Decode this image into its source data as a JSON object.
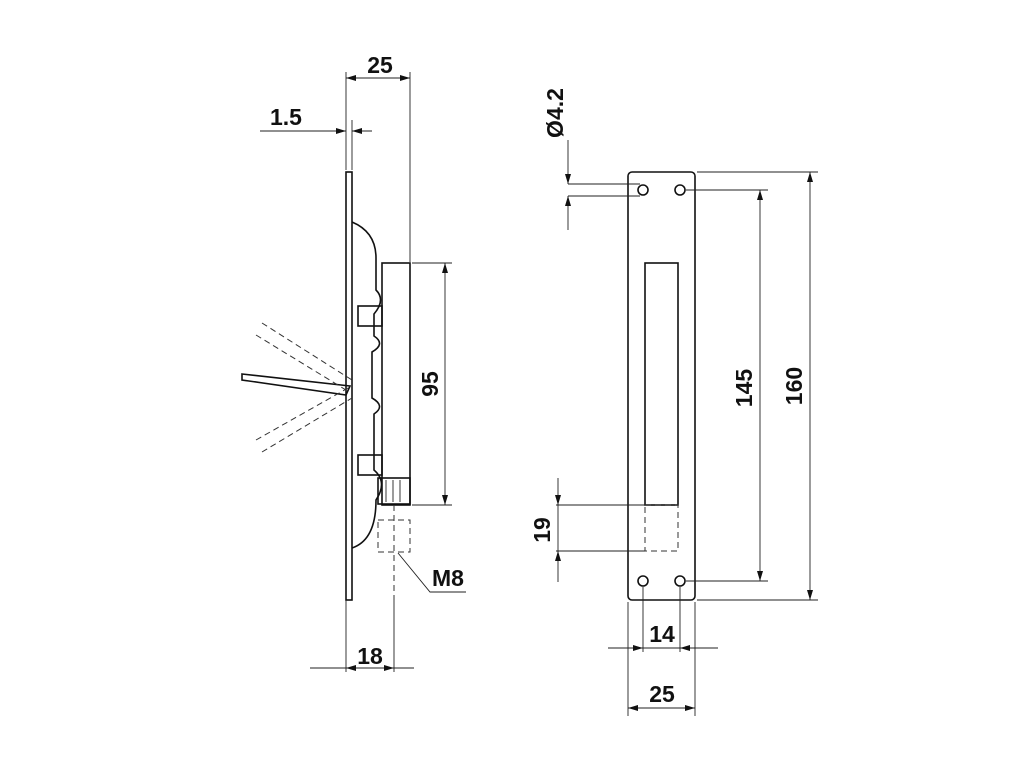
{
  "drawing": {
    "side_view": {
      "dim_width": "25",
      "dim_plate_thickness": "1.5",
      "dim_body_height": "95",
      "dim_depth": "18",
      "thread_label": "M8"
    },
    "front_view": {
      "dim_hole_diameter": "Ø4.2",
      "dim_hole_spacing": "145",
      "dim_total_height": "160",
      "dim_bolt_travel": "19",
      "dim_hole_offset": "14",
      "dim_plate_width": "25"
    },
    "colors": {
      "line": "#111111",
      "background": "#ffffff"
    }
  }
}
